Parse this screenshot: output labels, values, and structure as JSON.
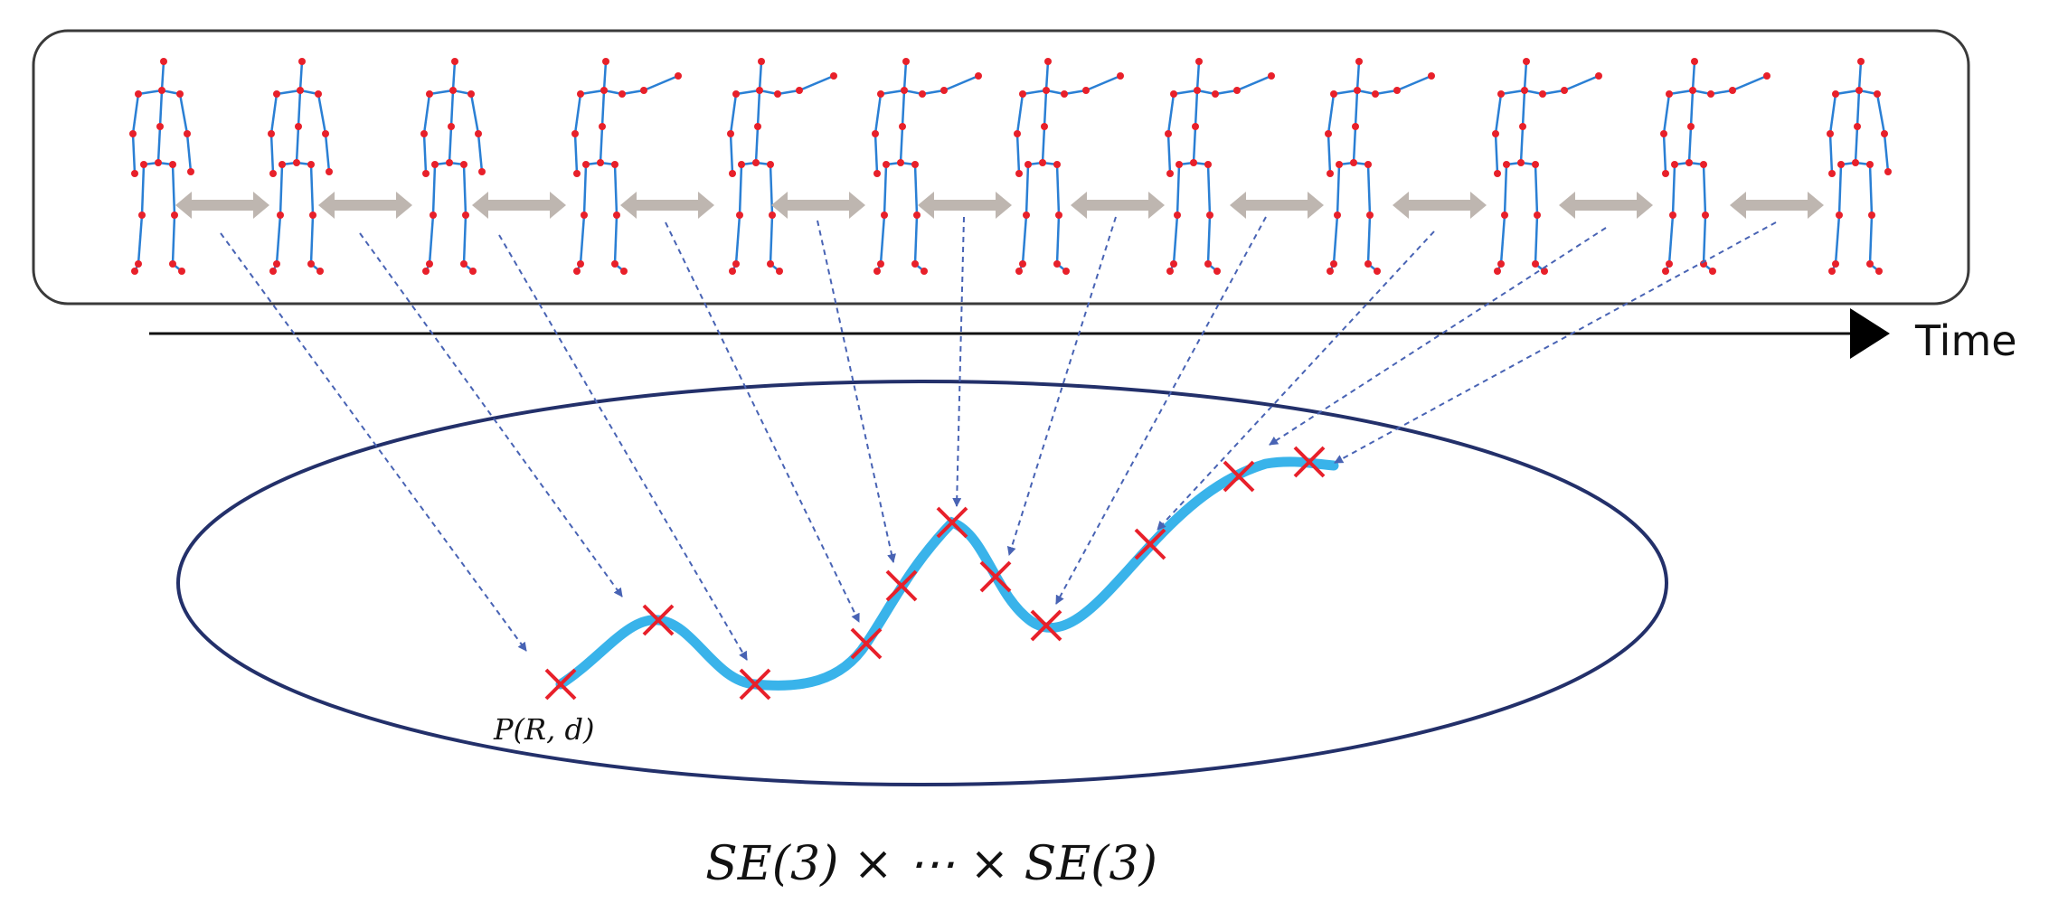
{
  "time_axis": {
    "label": "Time"
  },
  "point_label": "P(R, d)",
  "manifold_label": "SE(3) × ⋯ × SE(3)",
  "frame_count": 12,
  "colors": {
    "bone": "#2a7fd4",
    "joint": "#e8202a",
    "transition_arrow": "#beb6b0",
    "curve": "#39b3ea",
    "marker": "#e8202a",
    "mapping_arrow": "#4863b4",
    "manifold_outline": "#23306a",
    "frame_box": "#3a3a3a"
  }
}
